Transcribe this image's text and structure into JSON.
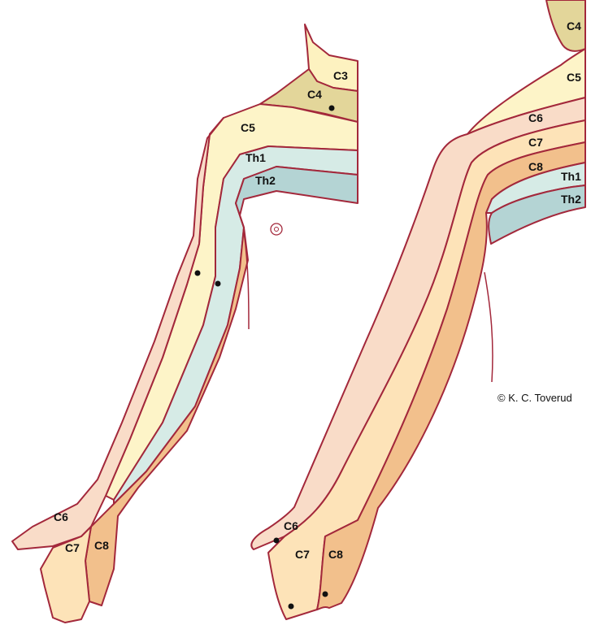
{
  "colors": {
    "outline": "#a3283b",
    "C3": "#fdf2c0",
    "C4": "#e3d69a",
    "C5": "#fdf4c8",
    "C6": "#f9dcc8",
    "C7": "#fde3b8",
    "C8": "#f2c08c",
    "Th1": "#d6ebe6",
    "Th2": "#b4d4d4"
  },
  "left_figure": {
    "labels": [
      "C3",
      "C4",
      "C5",
      "Th1",
      "Th2",
      "C6",
      "C7",
      "C8"
    ]
  },
  "right_figure": {
    "labels": [
      "C4",
      "C5",
      "C6",
      "C7",
      "C8",
      "Th1",
      "Th2",
      "C6",
      "C7",
      "C8"
    ]
  },
  "copyright": "© K. C. Toverud"
}
